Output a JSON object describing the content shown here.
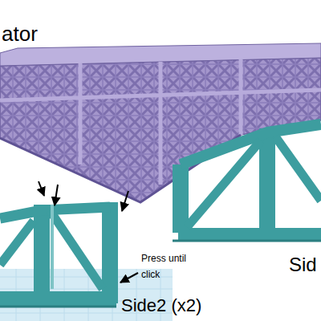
{
  "diagram": {
    "labels": [
      "ator",
      "Press until click",
      "Side2 (x2)",
      "Sid"
    ]
  }
}
